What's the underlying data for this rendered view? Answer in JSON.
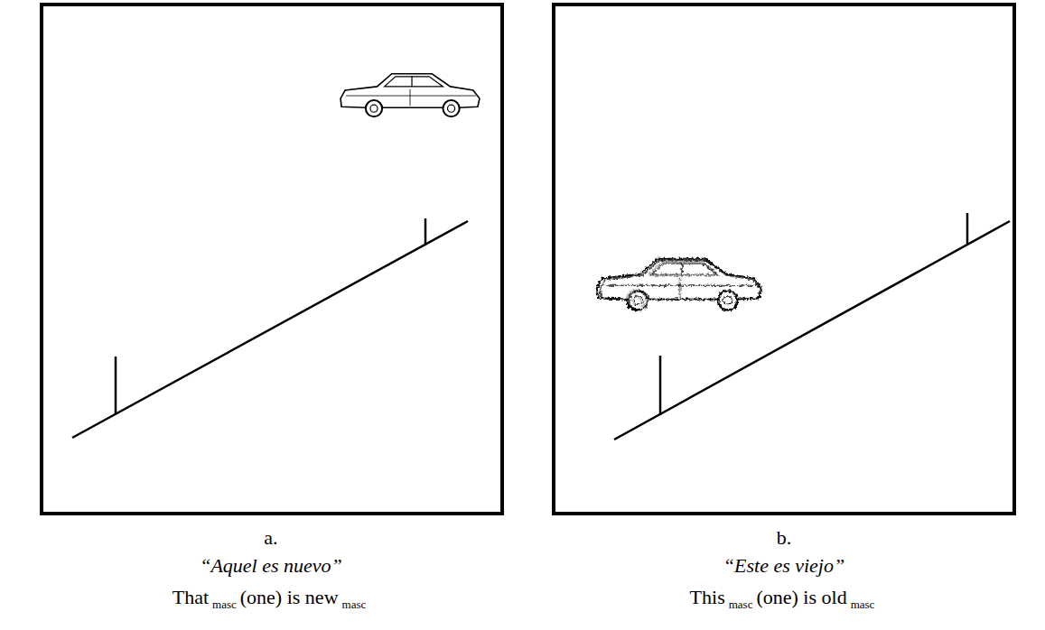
{
  "diagram": {
    "labels": [
      "a.",
      "“Aquel es nuevo”",
      "That",
      "masc",
      "(one) is new",
      "masc",
      "b.",
      "“Este es viejo”",
      "This",
      "masc",
      "(one) is old",
      "masc"
    ]
  }
}
